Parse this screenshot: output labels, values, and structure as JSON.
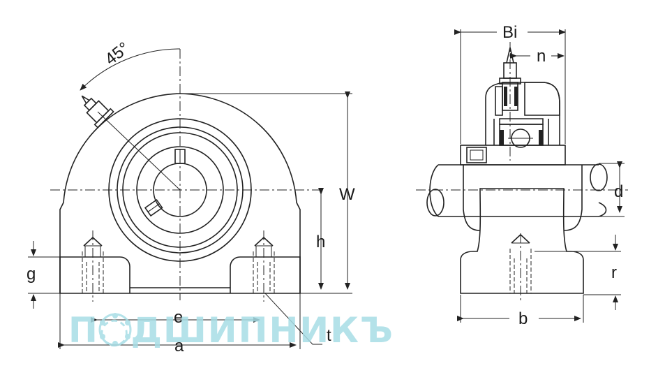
{
  "labels": {
    "angle": "45°",
    "W": "W",
    "h": "h",
    "g": "g",
    "e": "e",
    "a": "a",
    "t": "t",
    "Bi": "Bi",
    "n": "n",
    "d": "d",
    "r": "r",
    "b": "b"
  },
  "watermark": {
    "text": "П◌ДШИПНИКЪ",
    "color": "#a8dde6"
  },
  "colors": {
    "line": "#222222",
    "background": "#ffffff"
  }
}
